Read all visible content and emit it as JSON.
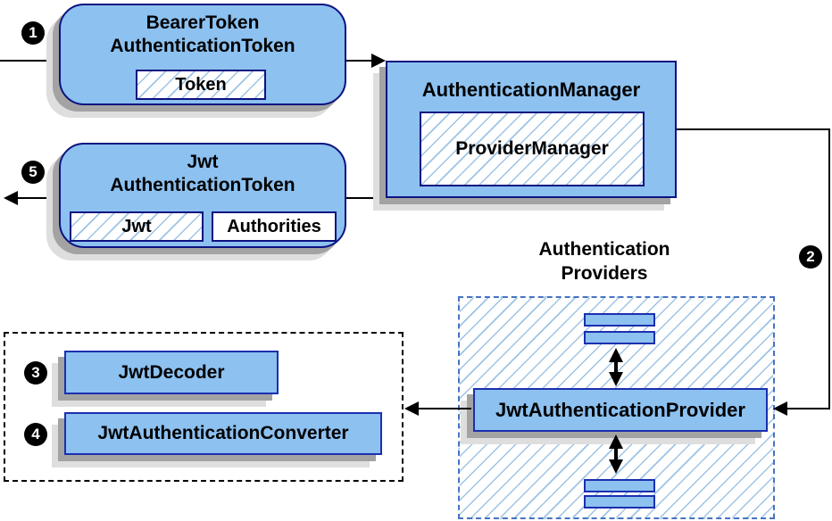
{
  "badges": [
    "1",
    "2",
    "3",
    "4",
    "5"
  ],
  "nodes": {
    "bearer_token": {
      "line1": "BearerToken",
      "line2": "AuthenticationToken",
      "token_label": "Token"
    },
    "jwt_token": {
      "line1": "Jwt",
      "line2": "AuthenticationToken",
      "jwt_label": "Jwt",
      "authorities_label": "Authorities"
    },
    "auth_manager": {
      "title": "AuthenticationManager",
      "provider_manager_label": "ProviderManager"
    },
    "providers_group": {
      "heading_line1": "Authentication",
      "heading_line2": "Providers",
      "provider_label": "JwtAuthenticationProvider"
    },
    "decoder_group": {
      "decoder_label": "JwtDecoder",
      "converter_label": "JwtAuthenticationConverter"
    }
  },
  "colors": {
    "node_fill": "#8CC1F0",
    "node_border": "#0D1280",
    "rect_border": "#1B2FB0",
    "hatch": "#9DC3E6",
    "dashed_blue": "#4673C1",
    "shadow_dark": "#A3A3A3",
    "shadow_light": "#DEDEDE",
    "badge_bg": "#000000",
    "badge_text": "#FFFFFF",
    "line": "#000000"
  }
}
